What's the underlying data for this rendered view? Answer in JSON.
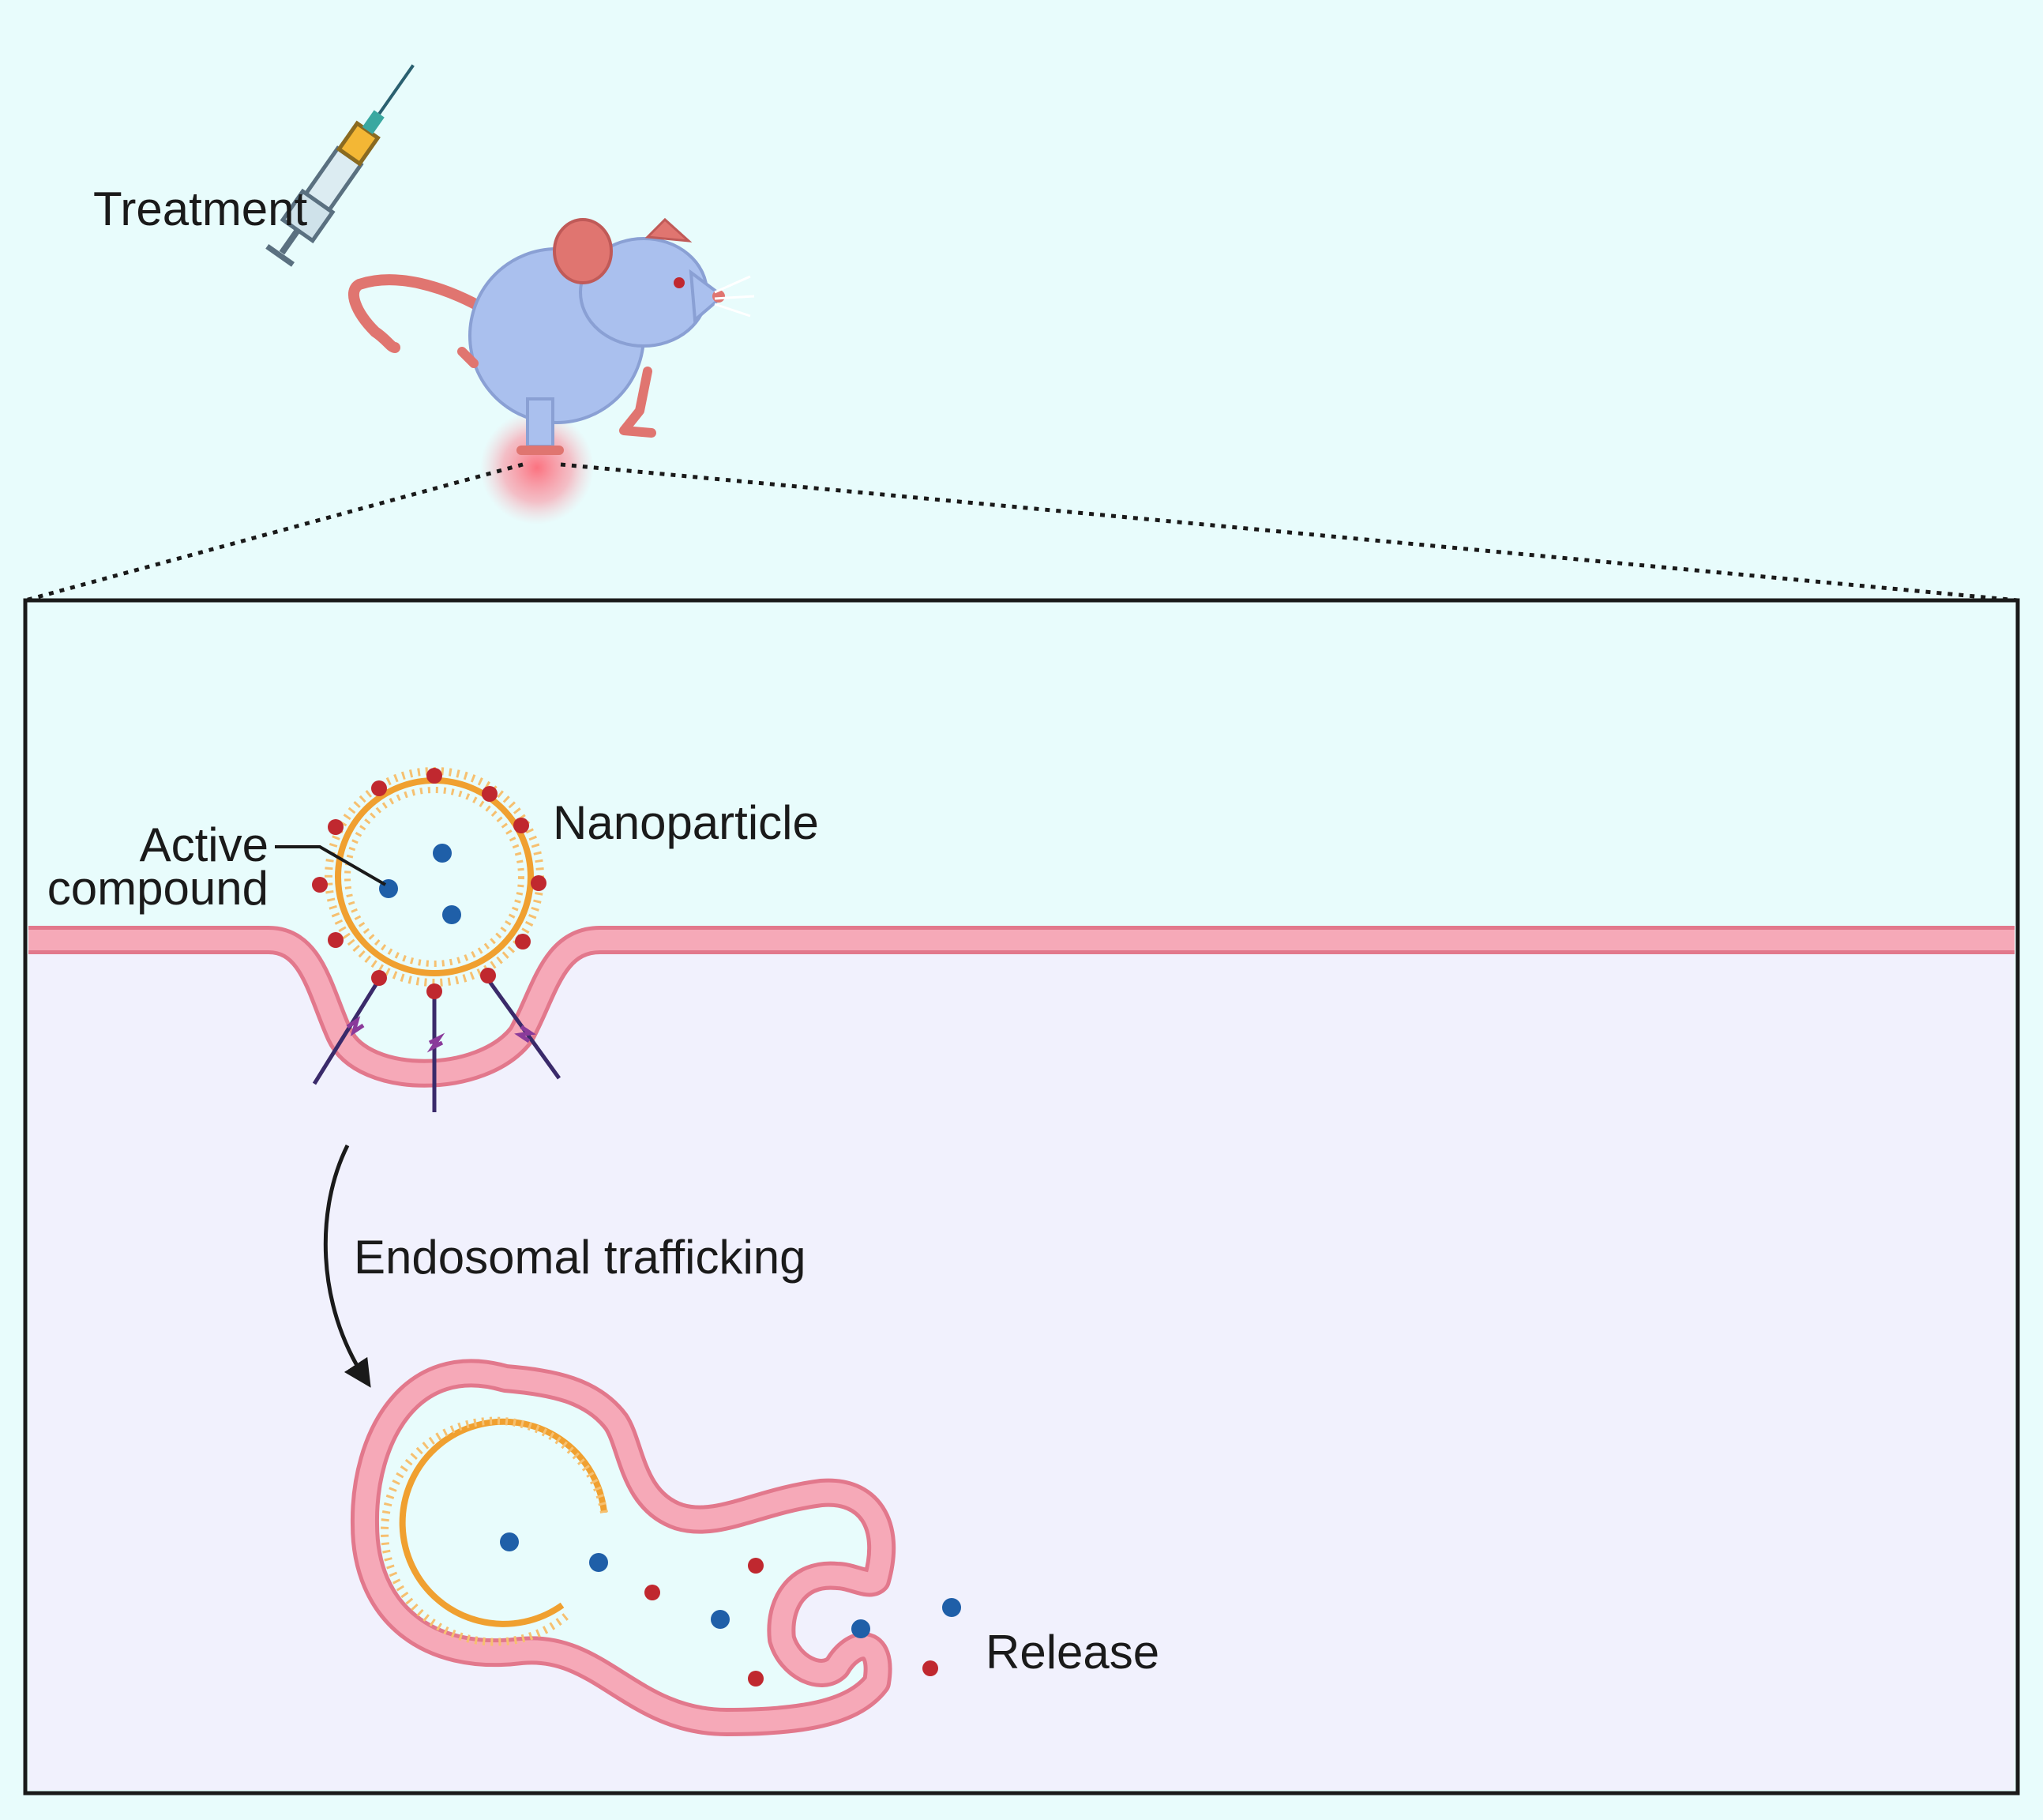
{
  "labels": {
    "treatment": "Treatment",
    "nanoparticle": "Nanoparticle",
    "active_line1": "Active",
    "active_line2": "compound",
    "trafficking": "Endosomal trafficking",
    "release": "Release"
  },
  "colors": {
    "background": "#e8fcfc",
    "cytoplasm": "#f1f1fd",
    "membrane": "#f6a9b8",
    "membrane_edge": "#e2788c",
    "nanoparticle_shell": "#f0a030",
    "active_compound": "#1f5fa8",
    "ligand": "#c0282f",
    "mouse_body": "#aac0ee",
    "mouse_ear": "#e07570",
    "tumor_glow": "#ff6b78"
  },
  "icons": [
    "syringe-icon",
    "mouse-icon",
    "tumor-glow-icon",
    "nanoparticle-icon",
    "endosome-icon",
    "receptor-icon"
  ]
}
